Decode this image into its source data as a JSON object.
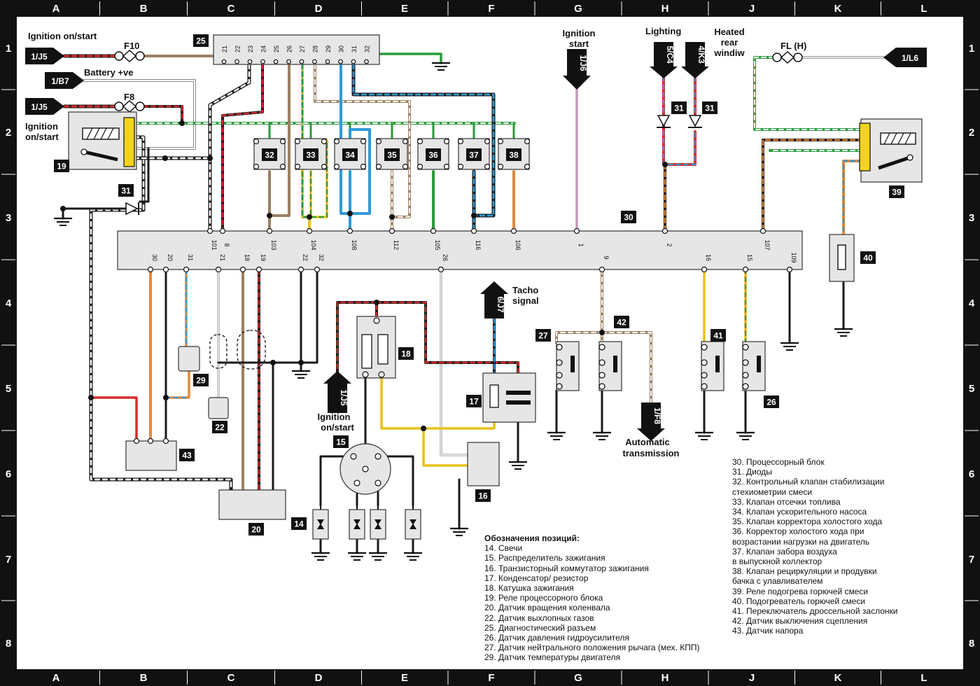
{
  "grid": {
    "columns": [
      "A",
      "B",
      "C",
      "D",
      "E",
      "F",
      "G",
      "H",
      "J",
      "K",
      "L"
    ],
    "rows": [
      "1",
      "2",
      "3",
      "4",
      "5",
      "6",
      "7",
      "8"
    ]
  },
  "labels": {
    "ign_start_1": "Ignition  on/start",
    "battery": "Battery +ve",
    "ign_start_2a": "Ignition",
    "ign_start_2b": "on/start",
    "ign_start_g_a": "Ignition",
    "ign_start_g_b": "start",
    "lighting": "Lighting",
    "heated_a": "Heated",
    "heated_b": "rear",
    "heated_c": "windiw",
    "fl_h": "FL (H)",
    "f10": "F10",
    "f8": "F8",
    "tacho_a": "Tacho",
    "tacho_b": "signal",
    "auto_a": "Automatic",
    "auto_b": "transmission",
    "ign_d_a": "Ignition",
    "ign_d_b": "on/start"
  },
  "connectors": {
    "j5_top": "1/J5",
    "b7": "1/B7",
    "j5_mid": "1/J5",
    "j6": "1/J6",
    "c4": "5/C4",
    "k3": "4/K3",
    "l6": "1/L6",
    "j7": "6/J7",
    "j5_bottom": "1/J5",
    "f8c": "1/F8"
  },
  "components": {
    "c14": "14",
    "c15": "15",
    "c16": "16",
    "c17": "17",
    "c18": "18",
    "c19": "19",
    "c20": "20",
    "c22": "22",
    "c25": "25",
    "c26": "26",
    "c27": "27",
    "c29": "29",
    "c30": "30",
    "c31a": "31",
    "c31b": "31",
    "c31c": "31",
    "c32": "32",
    "c33": "33",
    "c34": "34",
    "c35": "35",
    "c36": "36",
    "c37": "37",
    "c38": "38",
    "c39": "39",
    "c40": "40",
    "c41": "41",
    "c42": "42",
    "c43": "43"
  },
  "diag_pins": [
    "21",
    "22",
    "23",
    "24",
    "25",
    "26",
    "27",
    "28",
    "29",
    "30",
    "31",
    "32"
  ],
  "ecu_top_pins": [
    "101",
    "8",
    "103",
    "104",
    "108",
    "112",
    "105",
    "116",
    "106",
    "1",
    "2",
    "107"
  ],
  "ecu_bottom_pins": [
    "30",
    "20",
    "31",
    "21",
    "18",
    "19",
    "22",
    "32",
    "26",
    "9",
    "16",
    "15",
    "109"
  ],
  "legend_left": {
    "title": "Обозначения позиций:",
    "items": [
      "14. Свечи",
      "15. Распределитель зажигания",
      "16. Транзисторный коммутатор зажигания",
      "17. Конденсатор/ резистор",
      "18. Катушка зажигания",
      "19. Реле процессорного блока",
      "20. Датчик вращения коленвала",
      "22. Датчик выхлопных газов",
      "25. Диагностический разъем",
      "26. Датчик давления гидроусилителя",
      "27. Датчик нейтрального положения рычага (мех. КПП)",
      "29. Датчик температуры двигателя"
    ]
  },
  "legend_right": {
    "items": [
      "30. Процессорный блок",
      "31. Диоды",
      "32. Контрольный клапан стабилизации",
      "стехиометрии смеси",
      "33. Клапан отсечки топлива",
      "34. Клапан ускорительного насоса",
      "35. Клапан корректора холостого хода",
      "36. Корректор холостого хода при",
      "возрастании нагрузки на двигатель",
      "37. Клапан забора воздуха",
      "в выпускной коллектор",
      "38. Клапан рециркуляции и продувки",
      "бачка с улавливателем",
      "39. Реле подогрева горючей смеси",
      "40. Подогреватель горючей смеси",
      "41. Переключатель дроссельной заслонки",
      "42. Датчик выключения сцепления",
      "43. Датчик напора"
    ]
  },
  "colors": {
    "red": "#d62b2b",
    "black": "#1a1a1a",
    "brown": "#9c8062",
    "green": "#2a9a3c",
    "blue": "#2f9ad6",
    "orange": "#e08a3c",
    "yellow": "#e8c21a",
    "pink": "#c79ab8",
    "grey_fill": "#e6e6e6"
  }
}
